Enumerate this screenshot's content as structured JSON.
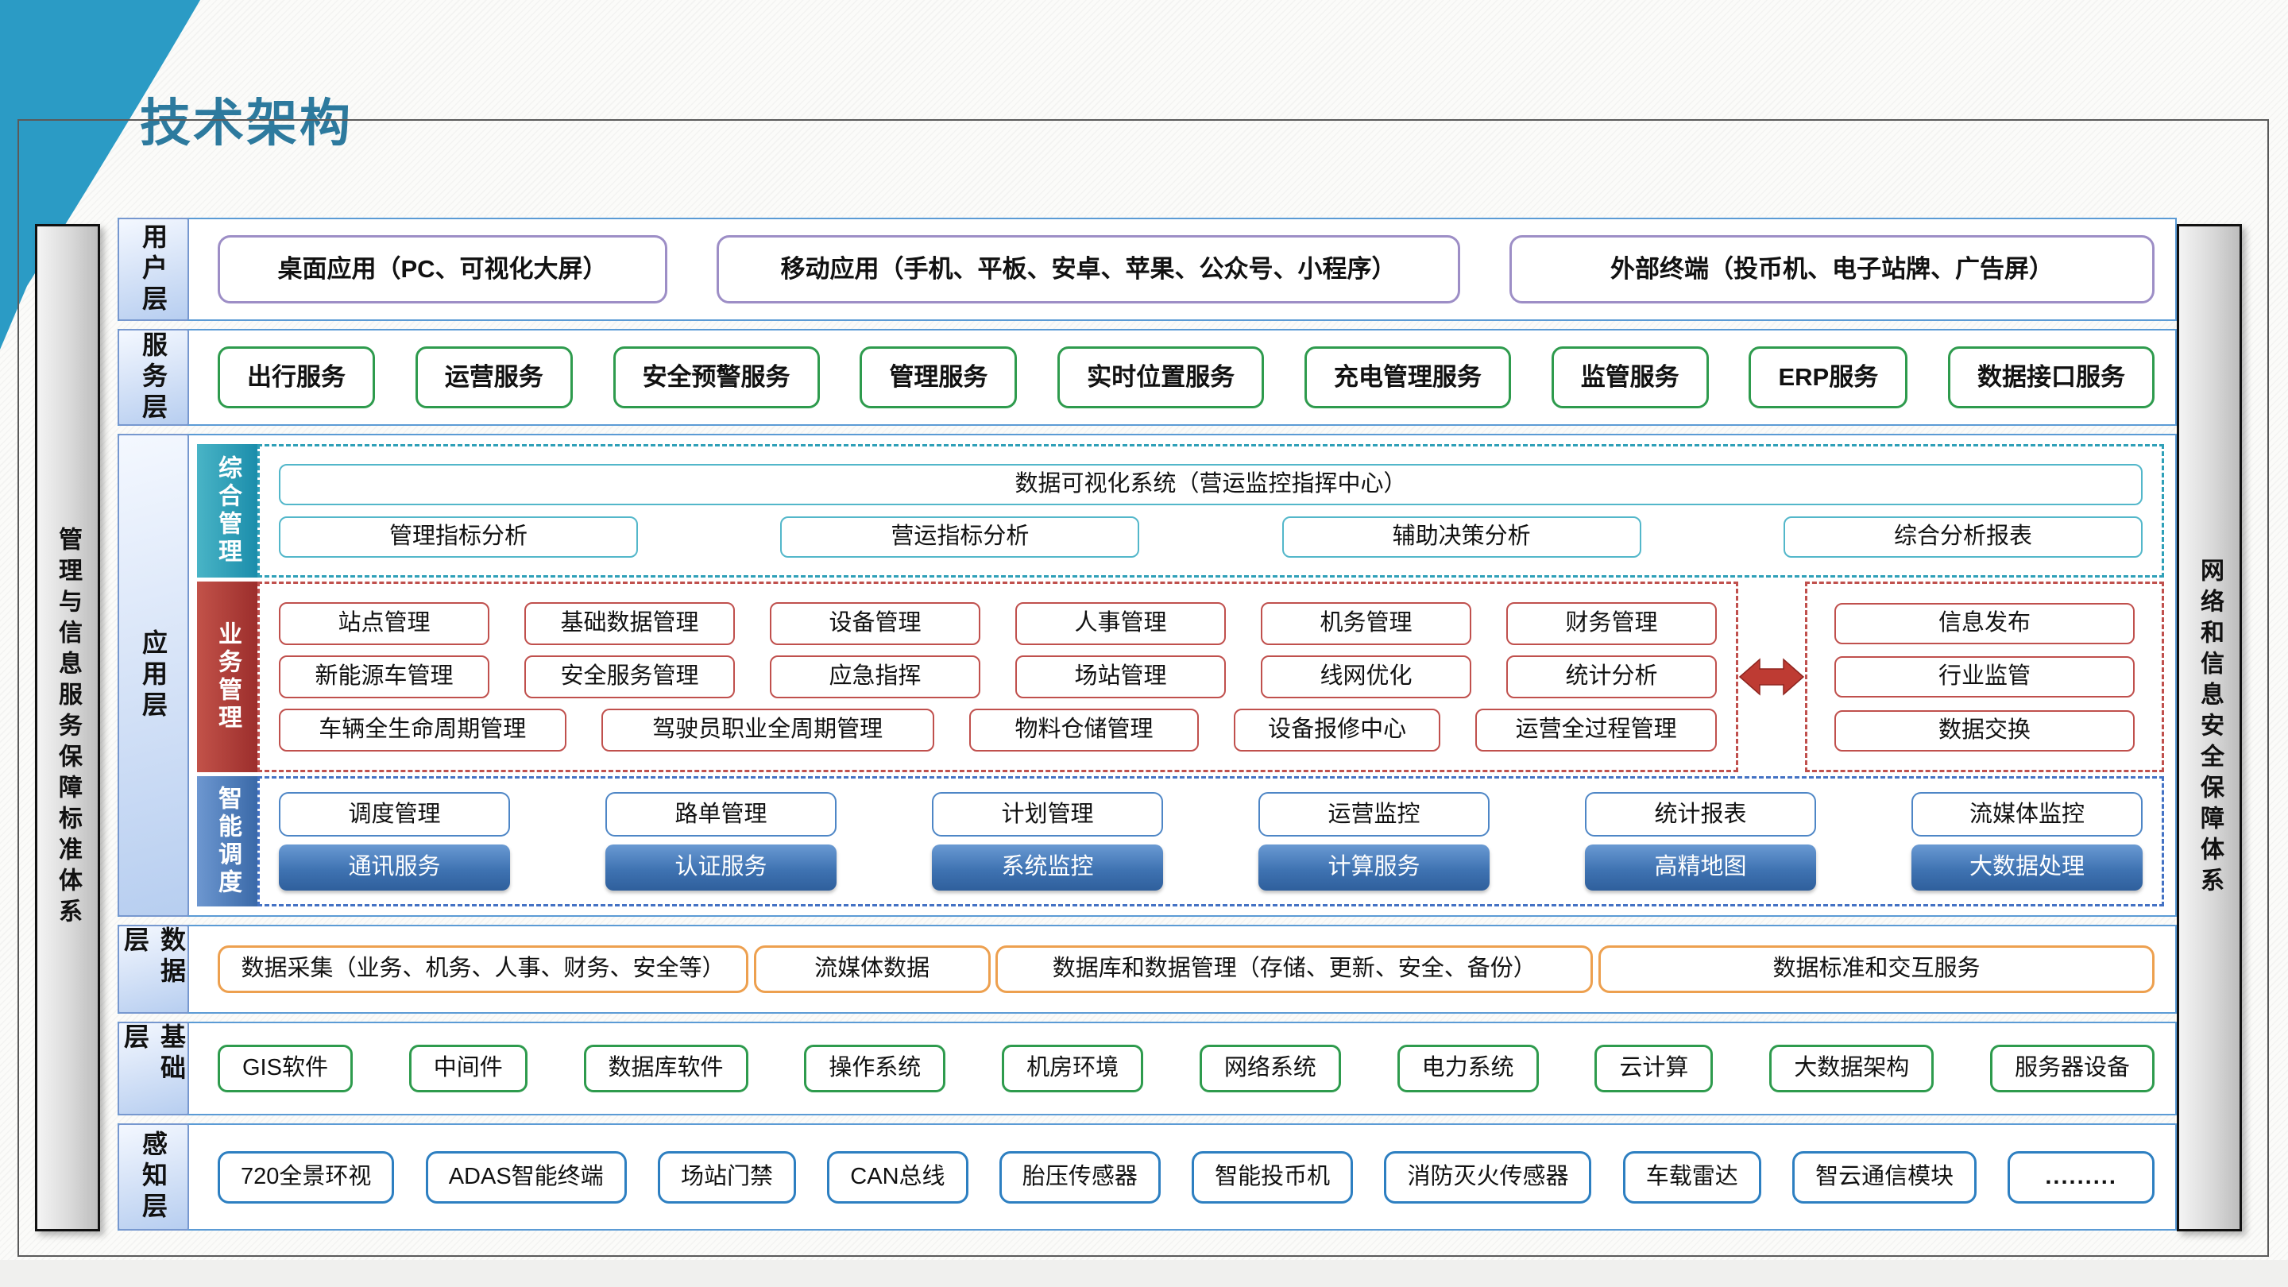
{
  "title": "技术架构",
  "side_bars": {
    "left": "管理与信息服务保障标准体系",
    "right": "网络和信息安全保障体系"
  },
  "colors": {
    "corner_accent": "#2b9bc5",
    "title_text": "#2d7a9e",
    "row_border": "#5b9bd5",
    "user_box_border": "#9d8ec6",
    "service_box_border": "#2e9b4d",
    "comprehensive_accent": "#2fa0b8",
    "business_accent": "#c0504d",
    "dispatch_accent": "#4472c4",
    "dispatch_fill": "#3f73b2",
    "data_box_border": "#eda04f",
    "perception_box_border": "#2d7fc1",
    "exchange_arrow": "#be3b33"
  },
  "layers": {
    "user": {
      "label": "用户层",
      "items": [
        "桌面应用（PC、可视化大屏）",
        "移动应用（手机、平板、安卓、苹果、公众号、小程序）",
        "外部终端（投币机、电子站牌、广告屏）"
      ]
    },
    "service": {
      "label": "服务层",
      "items": [
        "出行服务",
        "运营服务",
        "安全预警服务",
        "管理服务",
        "实时位置服务",
        "充电管理服务",
        "监管服务",
        "ERP服务",
        "数据接口服务"
      ]
    },
    "application": {
      "label": "应用层",
      "sections": {
        "comprehensive": {
          "label": "综合管理",
          "wide_item": "数据可视化系统（营运监控指挥中心）",
          "items": [
            "管理指标分析",
            "营运指标分析",
            "辅助决策分析",
            "综合分析报表"
          ]
        },
        "business": {
          "label": "业务管理",
          "rows": [
            [
              "站点管理",
              "基础数据管理",
              "设备管理",
              "人事管理",
              "机务管理",
              "财务管理"
            ],
            [
              "新能源车管理",
              "安全服务管理",
              "应急指挥",
              "场站管理",
              "线网优化",
              "统计分析"
            ],
            [
              "车辆全生命周期管理",
              "驾驶员职业全周期管理",
              "物料仓储管理",
              "设备报修中心",
              "运营全过程管理"
            ]
          ],
          "external_items": [
            "信息发布",
            "行业监管",
            "数据交换"
          ]
        },
        "dispatch": {
          "label": "智能调度",
          "outline_items": [
            "调度管理",
            "路单管理",
            "计划管理",
            "运营监控",
            "统计报表",
            "流媒体监控"
          ],
          "filled_items": [
            "通讯服务",
            "认证服务",
            "系统监控",
            "计算服务",
            "高精地图",
            "大数据处理"
          ]
        }
      }
    },
    "data": {
      "label": "数据层",
      "items": [
        "数据采集（业务、机务、人事、财务、安全等）",
        "流媒体数据",
        "数据库和数据管理（存储、更新、安全、备份）",
        "数据标准和交互服务"
      ]
    },
    "infrastructure": {
      "label": "基础层",
      "items": [
        "GIS软件",
        "中间件",
        "数据库软件",
        "操作系统",
        "机房环境",
        "网络系统",
        "电力系统",
        "云计算",
        "大数据架构",
        "服务器设备"
      ]
    },
    "perception": {
      "label": "感知层",
      "items": [
        "720全景环视",
        "ADAS智能终端",
        "场站门禁",
        "CAN总线",
        "胎压传感器",
        "智能投币机",
        "消防灭火传感器",
        "车载雷达",
        "智云通信模块",
        "........."
      ]
    }
  }
}
